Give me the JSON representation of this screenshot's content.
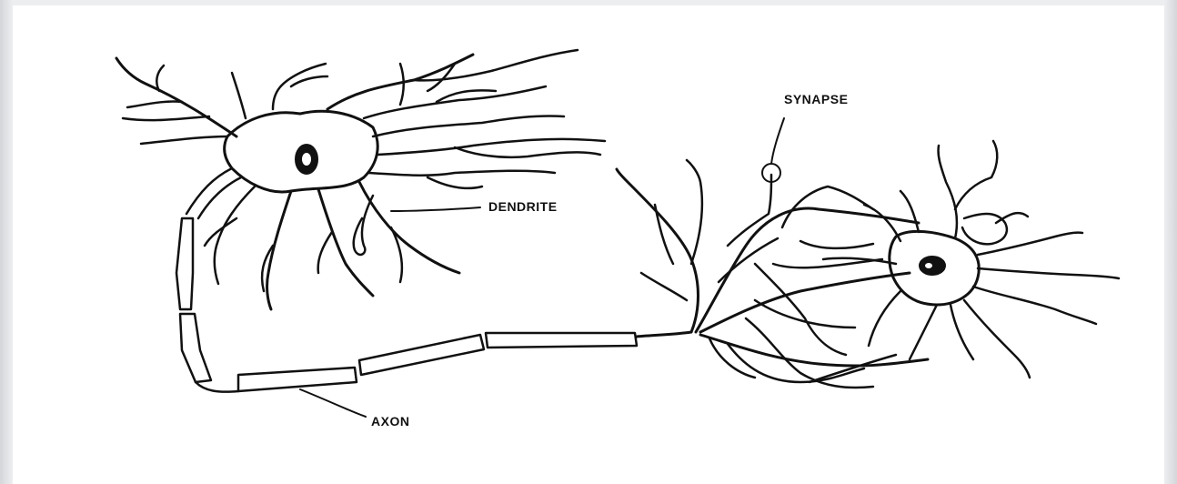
{
  "diagram": {
    "labels": {
      "synapse": "SYNAPSE",
      "dendrite": "DENDRITE",
      "axon": "AXON"
    },
    "colors": {
      "ink": "#111111",
      "background": "#ffffff"
    }
  }
}
